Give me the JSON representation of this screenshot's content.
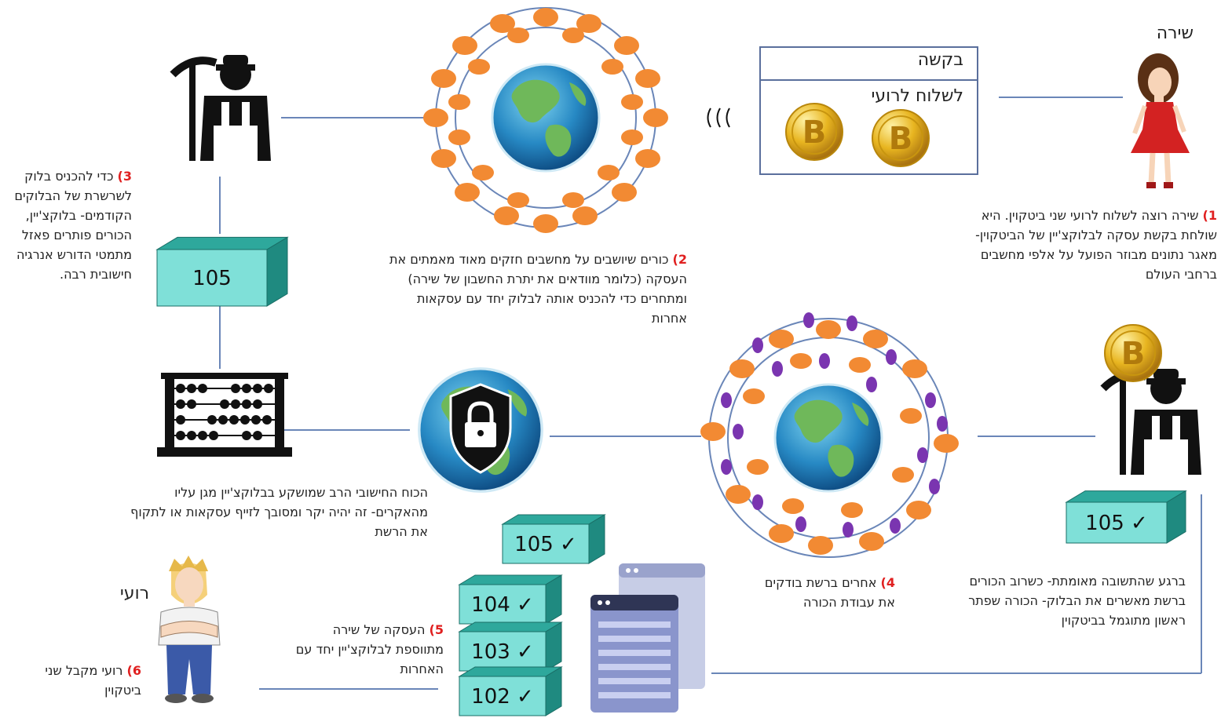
{
  "names": {
    "shira": "שירה",
    "roi": "רועי"
  },
  "request": {
    "title": "בקשה",
    "text": "לשלוח לרועי"
  },
  "steps": [
    {
      "num": "1)",
      "text": "שירה רוצה לשלוח לרועי שני ביטקוין. היא שולחת בקשת עסקה לבלוקצ'יין של הביטקוין- מאגר נתונים מבוזר הפועל על אלפי מחשבים ברחבי העולם"
    },
    {
      "num": "2)",
      "text": "כורים שיושבים על מחשבים חזקים מאוד מאמתים את העסקה (כלומר מוודאים את יתרת החשבון של שירה) ומתחרים כדי להכניס אותה לבלוק יחד עם עסקאות אחרות"
    },
    {
      "num": "3)",
      "text": "כדי להכניס בלוק לשרשרת של הבלוקים הקודמים- בלוקצ'יין, הכורים פותרים פאזל מתמטי הדורש אנרגיה חישובית רבה."
    },
    {
      "num": "4)",
      "text": "אחרים ברשת בודקים את עבודת הכורה"
    },
    {
      "num": "5)",
      "text": "העסקה של שירה מתווספת לבלוקצ'יין יחד עם האחרות"
    },
    {
      "num": "6)",
      "text": "רועי מקבל שני ביטקוין"
    }
  ],
  "notes": {
    "security": "הכוח החישובי הרב שמושקע בבלוקצ'יין מגן עליו מהאקרים- זה יהיה יקר ומסובך לזייף עסקאות או לתקוף את הרשת",
    "confirmation": "ברגע שהתשובה מאומתת- כשרוב הכורים ברשת מאשרים את הבלוק- הכורה שפתר ראשון מתוגמל בביטקוין"
  },
  "blocks": {
    "mining": "105",
    "verified": "105 ✓",
    "chain": [
      "105 ✓",
      "104 ✓",
      "103 ✓",
      "102 ✓"
    ]
  },
  "colors": {
    "teal_front": "#7fe0d8",
    "teal_top": "#2ea89c",
    "teal_side": "#1f8a80",
    "node_orange": "#f28a33",
    "node_purple": "#7a35b0",
    "line": "#6a86b8",
    "highlight_number": "#e02020"
  }
}
